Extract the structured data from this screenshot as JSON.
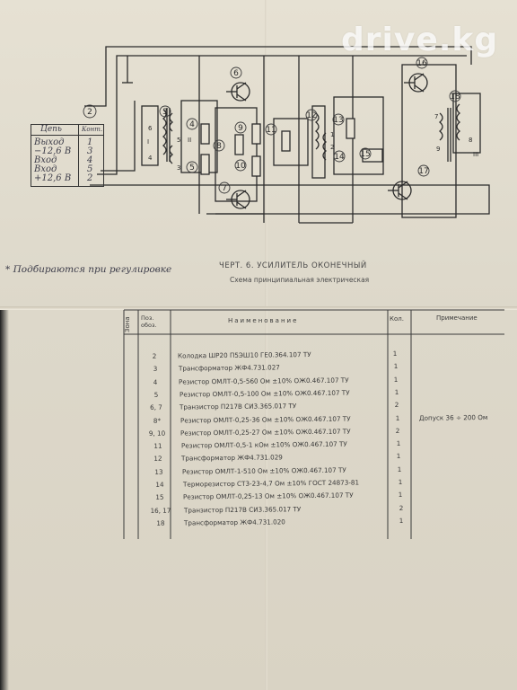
{
  "watermark": "drive.kg",
  "connector": {
    "title": "Цепь",
    "col2": "Конт.",
    "rows": [
      {
        "name": "Выход",
        "pin": "1"
      },
      {
        "name": "−12,6 В",
        "pin": "3"
      },
      {
        "name": "Вход",
        "pin": "4"
      },
      {
        "name": "Вход",
        "pin": "5"
      },
      {
        "name": "+12,6 В",
        "pin": "2"
      }
    ]
  },
  "schematic_labels": {
    "c2": "2",
    "c3": "3",
    "c4": "4",
    "c5": "5",
    "c6": "6",
    "c7": "7",
    "c8": "8",
    "c9": "9",
    "c10": "10",
    "c11": "11",
    "c12": "12",
    "c13": "13",
    "c14": "14",
    "c15": "15",
    "c16": "16",
    "c17": "17",
    "c18": "18",
    "w_I": "I",
    "w_II": "II",
    "w_III": "III",
    "w6": "6",
    "w4": "4",
    "w5": "5",
    "w3": "3",
    "w7": "7",
    "w8": "8",
    "w9": "9",
    "w1": "1",
    "w2": "2"
  },
  "footnote": "* Подбираются  при регулировке",
  "caption_title": "ЧЕРТ. 6. УСИЛИТЕЛЬ ОКОНЕЧНЫЙ",
  "caption_sub": "Схема принципиальная электрическая",
  "table": {
    "headers": {
      "zone": "Зона",
      "pos": "Поз. обоз.",
      "name": "Наименование",
      "qty": "Кол.",
      "note": "Примечание"
    },
    "rows": [
      {
        "pos": "2",
        "name": "Колодка ШР20 П5ЭШ10 ГЕ0.364.107 ТУ",
        "qty": "1",
        "note": ""
      },
      {
        "pos": "3",
        "name": "Трансформатор ЖФ4.731.027",
        "qty": "1",
        "note": ""
      },
      {
        "pos": "4",
        "name": "Резистор ОМЛТ-0,5-560 Ом ±10% ОЖ0.467.107 ТУ",
        "qty": "1",
        "note": ""
      },
      {
        "pos": "5",
        "name": "Резистор ОМЛТ-0,5-100 Ом ±10% ОЖ0.467.107 ТУ",
        "qty": "1",
        "note": ""
      },
      {
        "pos": "6, 7",
        "name": "Транзистор П217В СИ3.365.017 ТУ",
        "qty": "2",
        "note": ""
      },
      {
        "pos": "8*",
        "name": "Резистор ОМЛТ-0,25-36 Ом ±10% ОЖ0.467.107 ТУ",
        "qty": "1",
        "note": "Допуск 36 ÷ 200 Ом"
      },
      {
        "pos": "9, 10",
        "name": "Резистор ОМЛТ-0,25-27 Ом ±10% ОЖ0.467.107 ТУ",
        "qty": "2",
        "note": ""
      },
      {
        "pos": "11",
        "name": "Резистор ОМЛТ-0,5-1 кОм ±10% ОЖ0.467.107 ТУ",
        "qty": "1",
        "note": ""
      },
      {
        "pos": "12",
        "name": "Трансформатор ЖФ4.731.029",
        "qty": "1",
        "note": ""
      },
      {
        "pos": "13",
        "name": "Резистор ОМЛТ-1-510 Ом ±10% ОЖ0.467.107 ТУ",
        "qty": "1",
        "note": ""
      },
      {
        "pos": "14",
        "name": "Терморезистор СТ3-23-4,7 Ом ±10% ГОСТ 24873-81",
        "qty": "1",
        "note": ""
      },
      {
        "pos": "15",
        "name": "Резистор ОМЛТ-0,25-13 Ом ±10% ОЖ0.467.107 ТУ",
        "qty": "1",
        "note": ""
      },
      {
        "pos": "16, 17",
        "name": "Транзистор П217В СИ3.365.017 ТУ",
        "qty": "2",
        "note": ""
      },
      {
        "pos": "18",
        "name": "Трансформатор ЖФ4.731.020",
        "qty": "1",
        "note": ""
      }
    ]
  }
}
